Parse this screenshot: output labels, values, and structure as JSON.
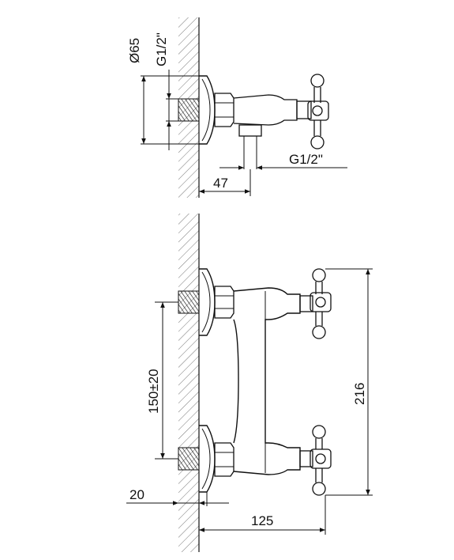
{
  "top_view": {
    "diameter_label": "Ø65",
    "inlet_thread_label": "G1/2\"",
    "outlet_thread_label": "G1/2\"",
    "outlet_offset_label": "47"
  },
  "front_view": {
    "inlet_spacing_label": "150±20",
    "overall_height_label": "216",
    "wall_offset_label": "20",
    "projection_label": "125"
  },
  "colors": {
    "line": "#111111",
    "hatch": "#666666",
    "background": "#ffffff"
  }
}
